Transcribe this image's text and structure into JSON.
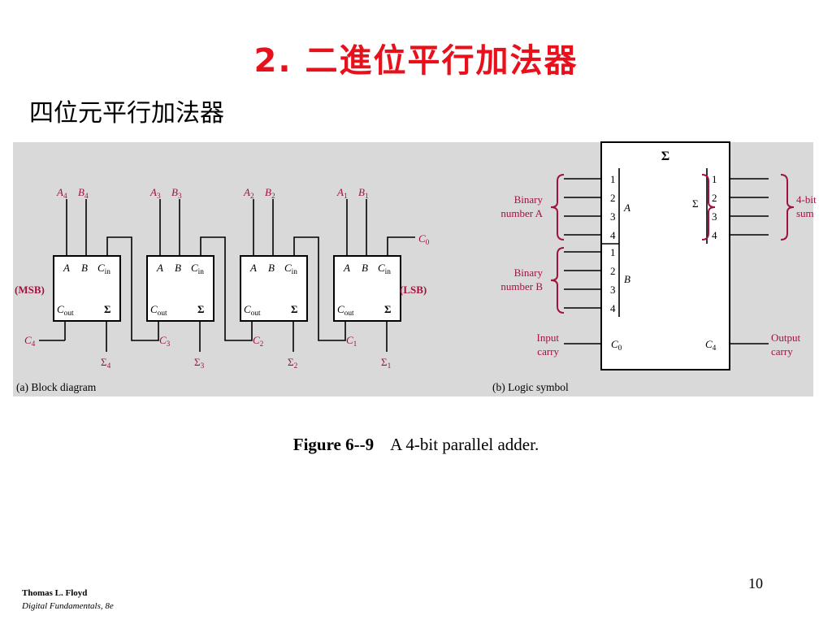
{
  "slide": {
    "title": "2.  二進位平行加法器",
    "subtitle": "四位元平行加法器",
    "caption_number": "Figure 6--9",
    "caption_text": "A 4-bit parallel adder.",
    "page_number": "10",
    "author": "Thomas L. Floyd",
    "book": "Digital Fundamentals, 8e"
  },
  "block_diagram": {
    "panel_label": "(a)  Block diagram",
    "msb_label": "(MSB)",
    "lsb_label": "(LSB)",
    "pin_a": "A",
    "pin_b": "B",
    "pin_cin": "C",
    "pin_cin_sub": "in",
    "pin_cout": "C",
    "pin_cout_sub": "out",
    "pin_sum": "Σ",
    "c0": {
      "main": "C",
      "sub": "0"
    },
    "adders": [
      {
        "a_main": "A",
        "a_sub": "4",
        "b_main": "B",
        "b_sub": "4",
        "carry_main": "C",
        "carry_sub": "4",
        "sum_main": "Σ",
        "sum_sub": "4"
      },
      {
        "a_main": "A",
        "a_sub": "3",
        "b_main": "B",
        "b_sub": "3",
        "carry_main": "C",
        "carry_sub": "3",
        "sum_main": "Σ",
        "sum_sub": "3"
      },
      {
        "a_main": "A",
        "a_sub": "2",
        "b_main": "B",
        "b_sub": "2",
        "carry_main": "C",
        "carry_sub": "2",
        "sum_main": "Σ",
        "sum_sub": "2"
      },
      {
        "a_main": "A",
        "a_sub": "1",
        "b_main": "B",
        "b_sub": "1",
        "carry_main": "C",
        "carry_sub": "1",
        "sum_main": "Σ",
        "sum_sub": "1"
      }
    ]
  },
  "logic_symbol": {
    "panel_label": "(b)  Logic symbol",
    "sigma": "Σ",
    "inner_sigma": "Σ",
    "binary_a": [
      "Binary",
      "number A"
    ],
    "binary_b": [
      "Binary",
      "number B"
    ],
    "group_a": "A",
    "group_b": "B",
    "pins_a": [
      "1",
      "2",
      "3",
      "4"
    ],
    "pins_b": [
      "1",
      "2",
      "3",
      "4"
    ],
    "pins_sum": [
      "1",
      "2",
      "3",
      "4"
    ],
    "sum_label": [
      "4-bit",
      "sum"
    ],
    "input_carry": [
      "Input",
      "carry"
    ],
    "output_carry": [
      "Output",
      "carry"
    ],
    "c0": {
      "main": "C",
      "sub": "0"
    },
    "c4": {
      "main": "C",
      "sub": "4"
    }
  }
}
